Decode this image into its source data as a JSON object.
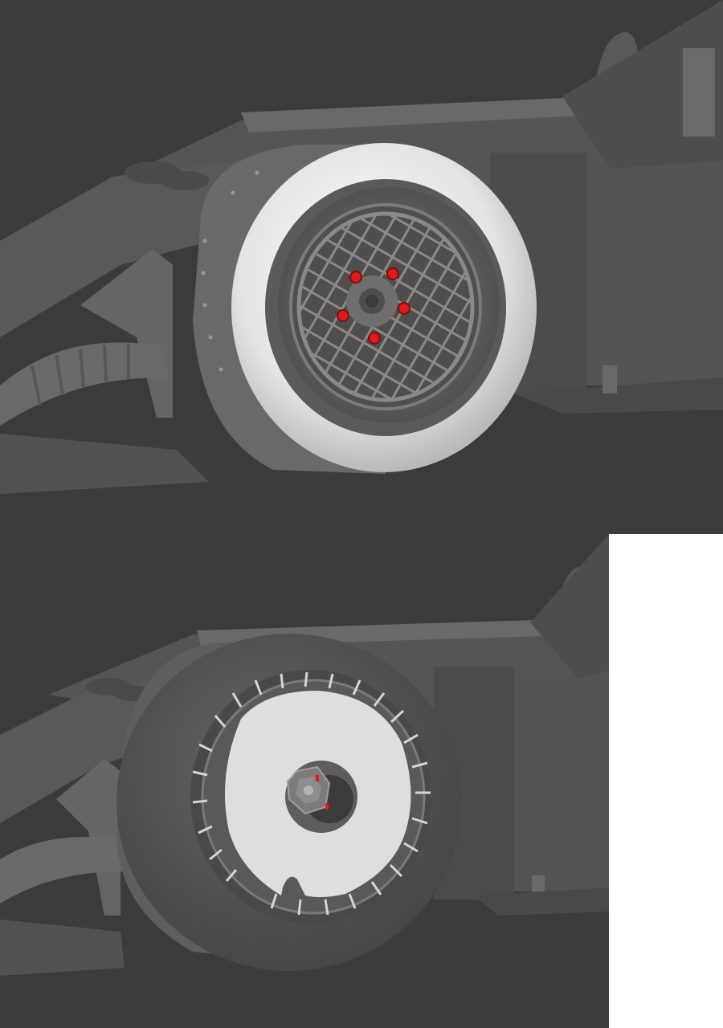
{
  "image": {
    "kind": "3D render comparison",
    "panels": [
      {
        "view": "wheel-shaded-highlighted"
      },
      {
        "view": "wheel-alternate-cover"
      }
    ],
    "colors": {
      "background": "#3c3b3a",
      "body": "#5e5d5c",
      "body_light": "#737271",
      "tire_white": "#e9e9e9",
      "tire_dark": "#545352",
      "highlight": "#e01b1b",
      "disc": "#dededd"
    }
  }
}
